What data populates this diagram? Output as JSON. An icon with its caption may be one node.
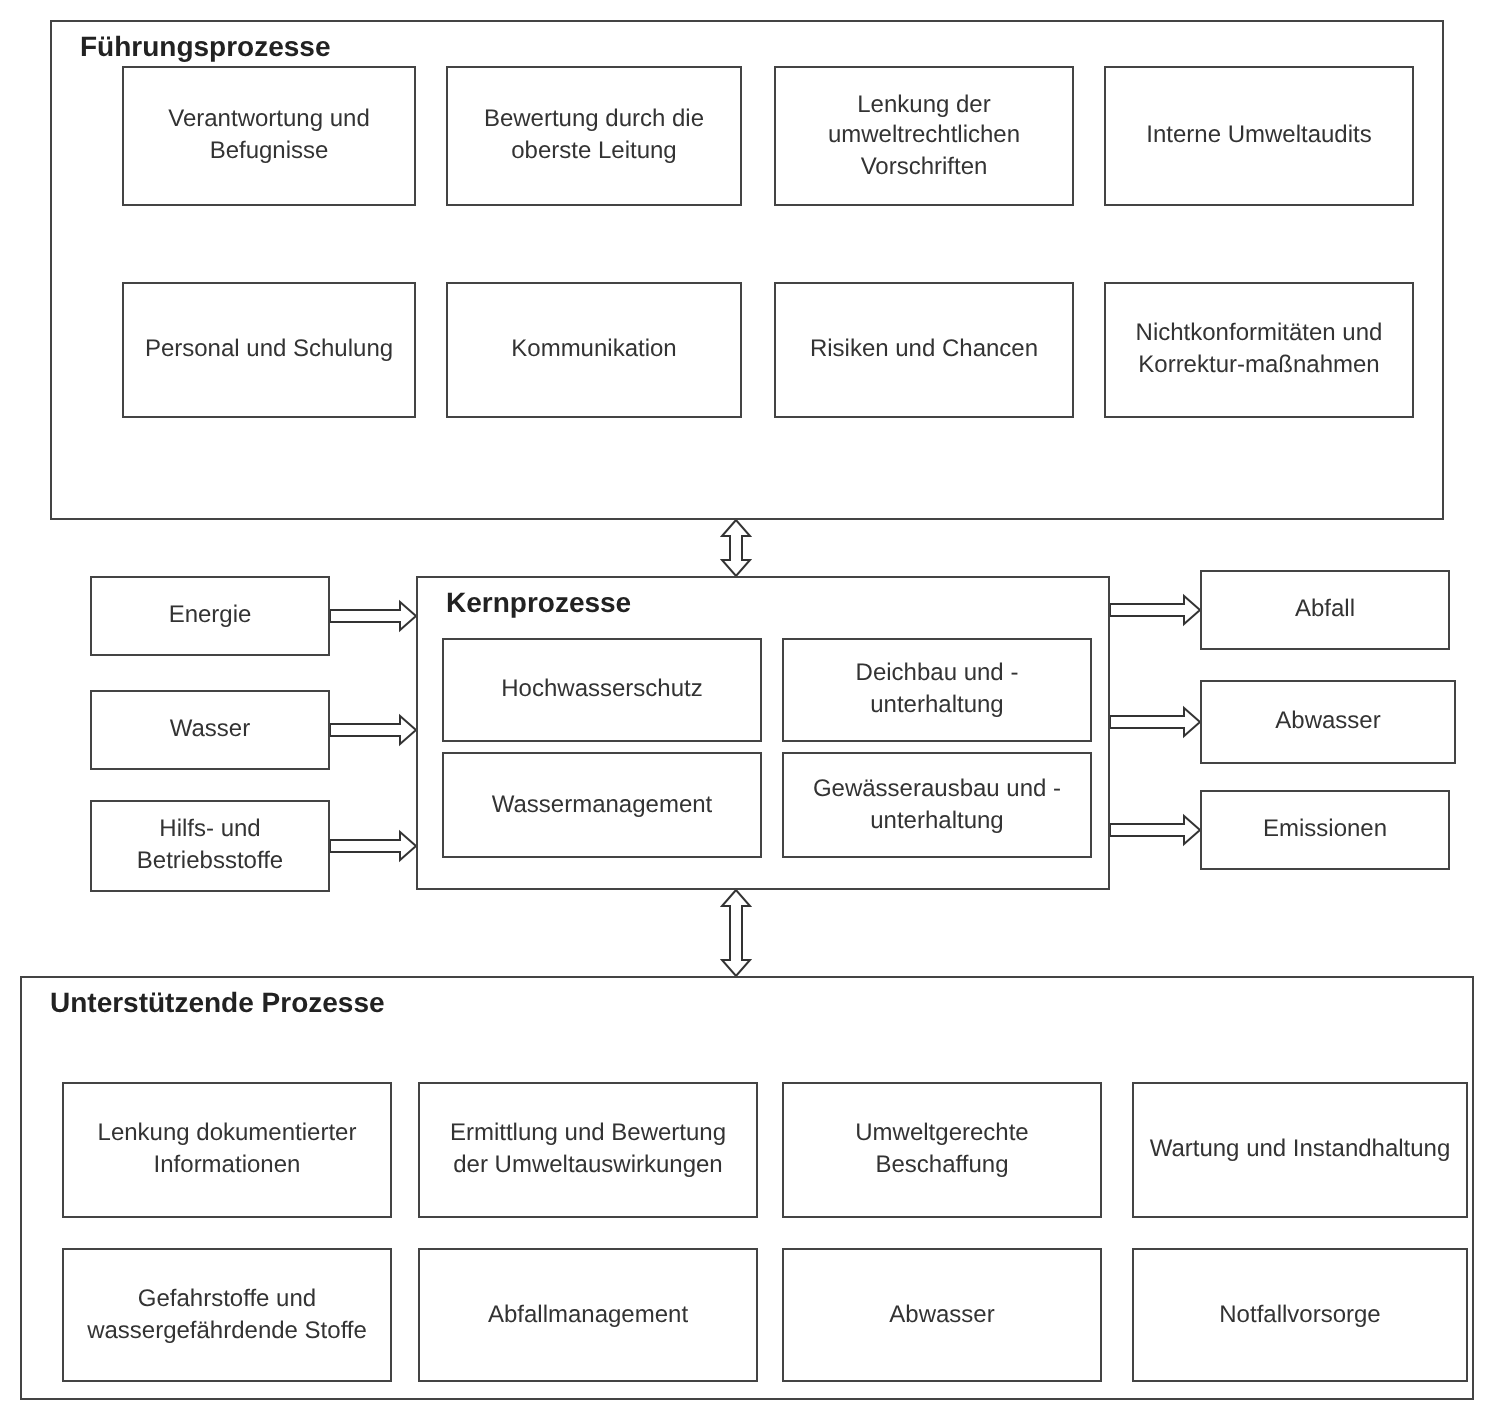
{
  "diagram": {
    "nodes": [
      {
        "text": [
          "Führungsprozesse"
        ]
      },
      {
        "text": [
          "Verantwortung und Befugnisse"
        ],
        "in": 0
      },
      {
        "text": [
          "Bewertung durch die oberste Leitung"
        ],
        "in": 0
      },
      {
        "text": [
          "Lenkung der umweltrechtlichen Vorschriften"
        ],
        "in": 0
      },
      {
        "text": [
          "Interne Umweltaudits"
        ],
        "in": 0
      },
      {
        "text": [
          "Personal und Schulung"
        ],
        "in": 0
      },
      {
        "text": [
          "Kommunikation"
        ],
        "in": 0
      },
      {
        "text": [
          "Risiken und Chancen"
        ],
        "in": 0
      },
      {
        "text": [
          "Nichtkonformitäten und Korrektur-maßnahmen"
        ],
        "in": 0
      },
      {
        "text": [
          "Energie"
        ]
      },
      {
        "text": [
          "Wasser"
        ]
      },
      {
        "text": [
          "Hilfs- und Betriebsstoffe"
        ]
      },
      {
        "text": [
          "Kernprozesse"
        ]
      },
      {
        "text": [
          "Hochwasserschutz"
        ],
        "in": 12
      },
      {
        "text": [
          "Deichbau und -unterhaltung"
        ],
        "in": 12
      },
      {
        "text": [
          "Wassermanagement"
        ],
        "in": 12
      },
      {
        "text": [
          "Gewässerausbau und -unterhaltung"
        ],
        "in": 12
      },
      {
        "text": [
          "Abfall"
        ]
      },
      {
        "text": [
          "Abwasser"
        ]
      },
      {
        "text": [
          "Emissionen"
        ]
      },
      {
        "text": [
          "Unterstützende Prozesse"
        ]
      },
      {
        "text": [
          "Lenkung dokumentierter Informationen"
        ],
        "in": 20
      },
      {
        "text": [
          "Ermittlung und Bewertung der Umweltauswirkungen"
        ],
        "in": 20
      },
      {
        "text": [
          "Umweltgerechte Beschaffung"
        ],
        "in": 20
      },
      {
        "text": [
          "Wartung und Instandhaltung"
        ],
        "in": 20
      },
      {
        "text": [
          "Gefahrstoffe und wassergefährdende Stoffe"
        ],
        "in": 20
      },
      {
        "text": [
          "Abfallmanagement"
        ],
        "in": 20
      },
      {
        "text": [
          "Abwasser"
        ],
        "in": 20
      },
      {
        "text": [
          "Notfallvorsorge"
        ],
        "in": 20
      }
    ],
    "edges": [
      {
        "from": 0,
        "to": 12,
        "arrow": "both"
      },
      {
        "from": 12,
        "to": 20,
        "arrow": "both"
      },
      {
        "from": 9,
        "to": 12,
        "arrow": "to"
      },
      {
        "from": 10,
        "to": 12,
        "arrow": "to"
      },
      {
        "from": 11,
        "to": 12,
        "arrow": "to"
      },
      {
        "from": 12,
        "to": 17,
        "arrow": "to"
      },
      {
        "from": 12,
        "to": 18,
        "arrow": "to"
      },
      {
        "from": 12,
        "to": 19,
        "arrow": "to"
      }
    ]
  }
}
